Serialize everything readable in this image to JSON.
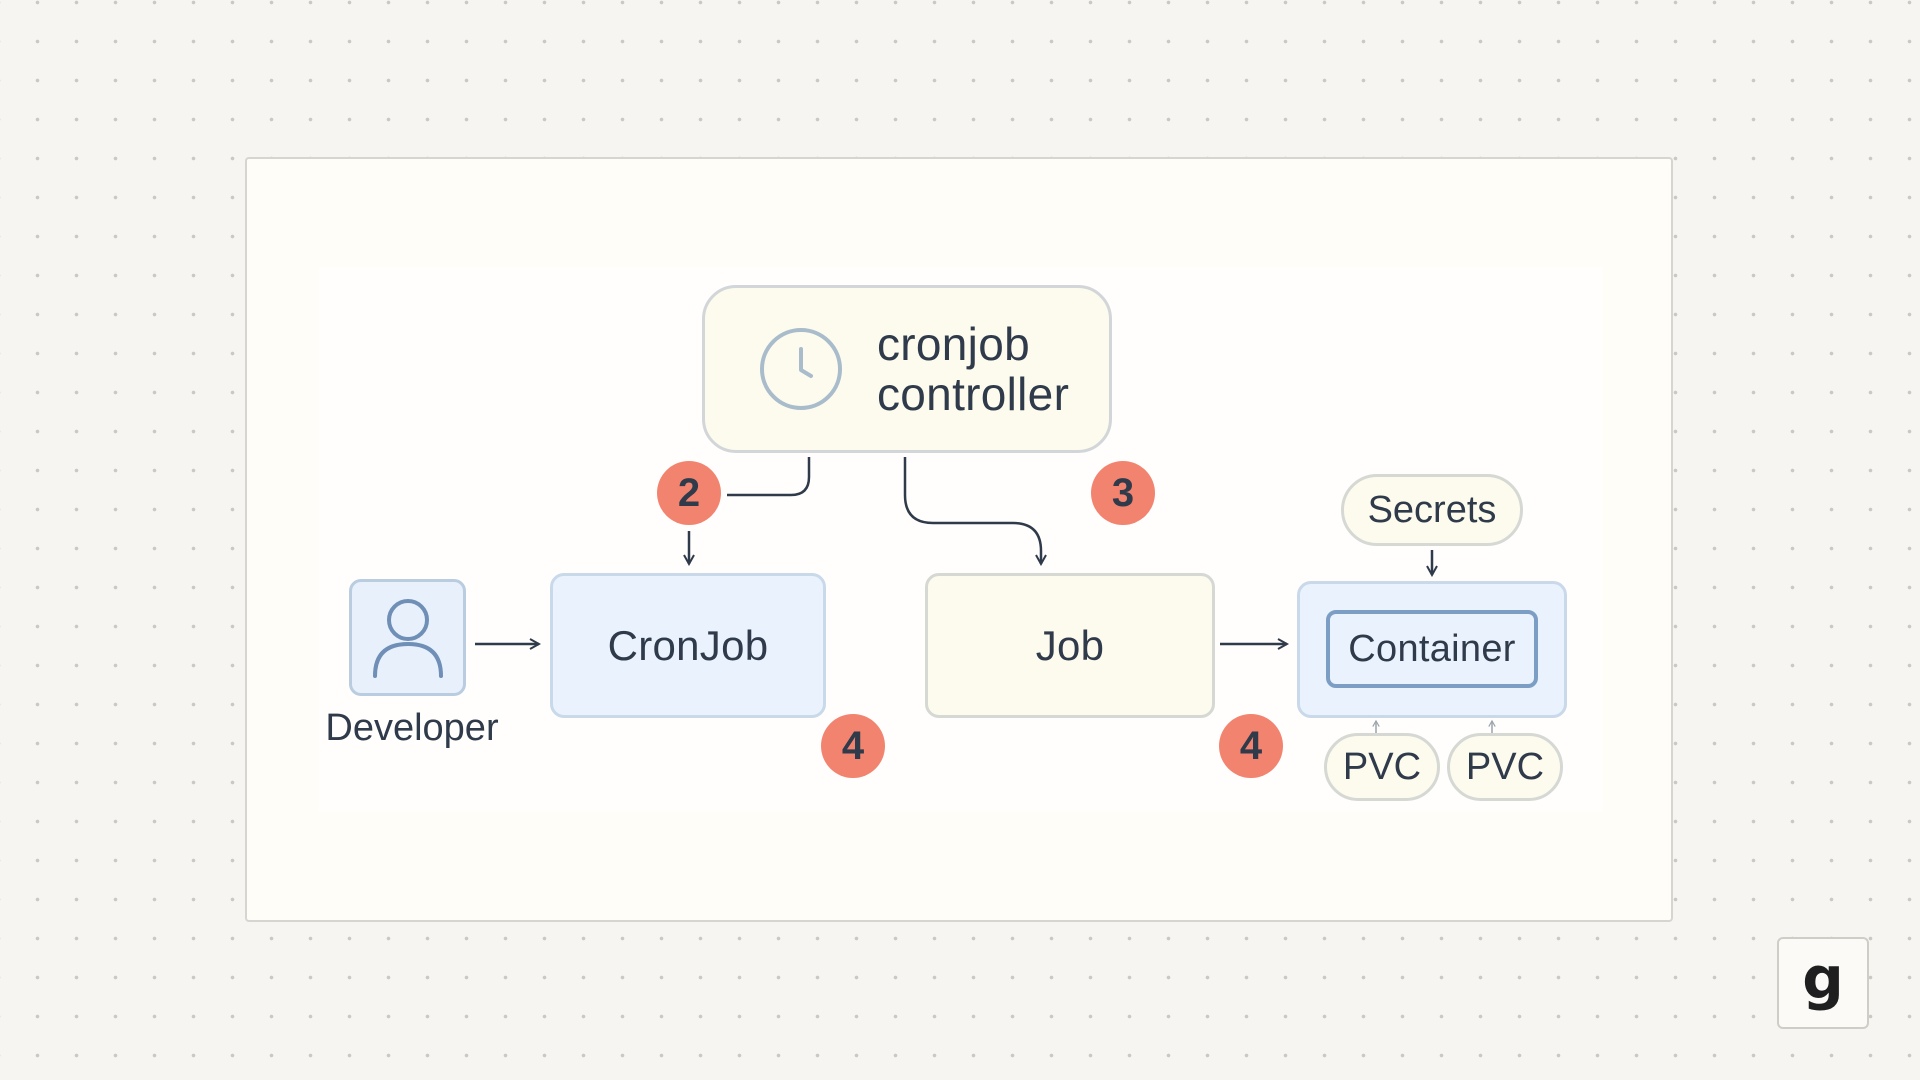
{
  "diagram": {
    "controller_label": "cronjob\ncontroller",
    "developer_label": "Developer",
    "cronjob_label": "CronJob",
    "job_label": "Job",
    "container_label": "Container",
    "secrets_label": "Secrets",
    "pvc_labels": [
      "PVC",
      "PVC"
    ],
    "badges": [
      "2",
      "3",
      "4",
      "4"
    ],
    "icons": [
      "clock-icon",
      "user-icon"
    ]
  },
  "logo": {
    "text": "g"
  },
  "colors": {
    "badge": "#f2836f",
    "blue_box": "#eaf3fd",
    "cream_box": "#fdfbee",
    "ink": "#2f3a4a"
  }
}
